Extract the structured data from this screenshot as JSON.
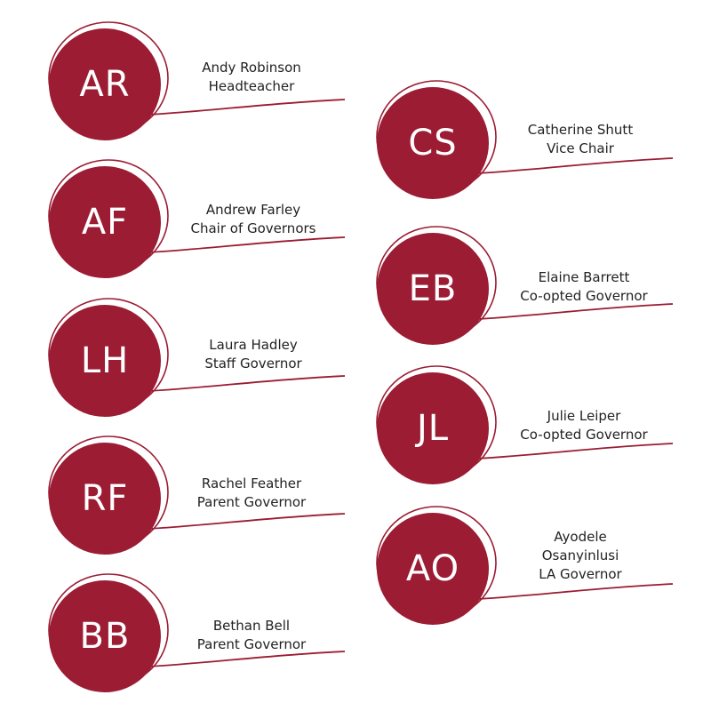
{
  "colors": {
    "accent": "#9b1c33",
    "text": "#222222",
    "background": "#ffffff"
  },
  "members": [
    {
      "initials": "AR",
      "name": "Andy Robinson",
      "role": "Headteacher"
    },
    {
      "initials": "AF",
      "name": "Andrew Farley",
      "role": "Chair of Governors"
    },
    {
      "initials": "LH",
      "name": "Laura Hadley",
      "role": "Staff Governor"
    },
    {
      "initials": "RF",
      "name": "Rachel Feather",
      "role": "Parent Governor"
    },
    {
      "initials": "BB",
      "name": "Bethan Bell",
      "role": "Parent Governor"
    },
    {
      "initials": "CS",
      "name": "Catherine Shutt",
      "role": "Vice Chair"
    },
    {
      "initials": "EB",
      "name": "Elaine Barrett",
      "role": "Co-opted Governor"
    },
    {
      "initials": "JL",
      "name": "Julie Leiper",
      "role": "Co-opted Governor"
    },
    {
      "initials": "AO",
      "name_line1": "Ayodele",
      "name_line2": "Osanyinlusi",
      "role": "LA Governor"
    }
  ]
}
